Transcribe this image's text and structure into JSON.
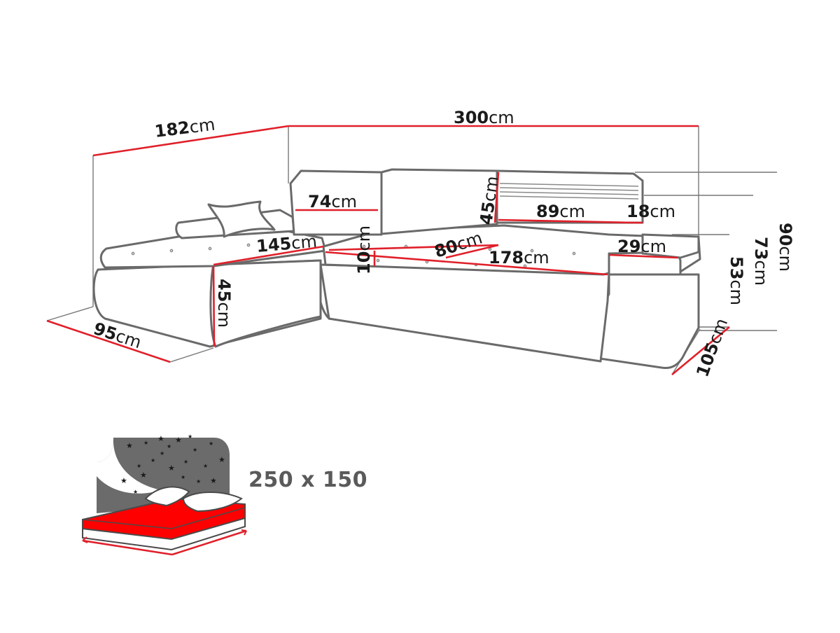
{
  "colors": {
    "dimension_line": "#e0202a",
    "outline": "#6a6a6a",
    "bed_mattress": "#ff0000",
    "night_sky": "#6b6b6b"
  },
  "dimensions": {
    "total_depth_left": {
      "value": "182",
      "unit": "cm"
    },
    "total_width": {
      "value": "300",
      "unit": "cm"
    },
    "back_cushion_width": {
      "value": "74",
      "unit": "cm"
    },
    "back_cushion_height": {
      "value": "45",
      "unit": "cm"
    },
    "headrest_width": {
      "value": "89",
      "unit": "cm"
    },
    "headrest_depth": {
      "value": "18",
      "unit": "cm"
    },
    "chaise_length": {
      "value": "145",
      "unit": "cm"
    },
    "seat_thickness": {
      "value": "10",
      "unit": "cm"
    },
    "seat_depth": {
      "value": "80",
      "unit": "cm"
    },
    "seat_width": {
      "value": "178",
      "unit": "cm"
    },
    "armrest_width": {
      "value": "29",
      "unit": "cm"
    },
    "seat_height": {
      "value": "45",
      "unit": "cm"
    },
    "chaise_width": {
      "value": "95",
      "unit": "cm"
    },
    "armrest_height": {
      "value": "53",
      "unit": "cm"
    },
    "back_height": {
      "value": "73",
      "unit": "cm"
    },
    "max_height": {
      "value": "90",
      "unit": "cm"
    },
    "side_depth": {
      "value": "105",
      "unit": "cm"
    }
  },
  "sleeping_area": {
    "icon": "bed-night-icon",
    "label": "250 x 150"
  }
}
